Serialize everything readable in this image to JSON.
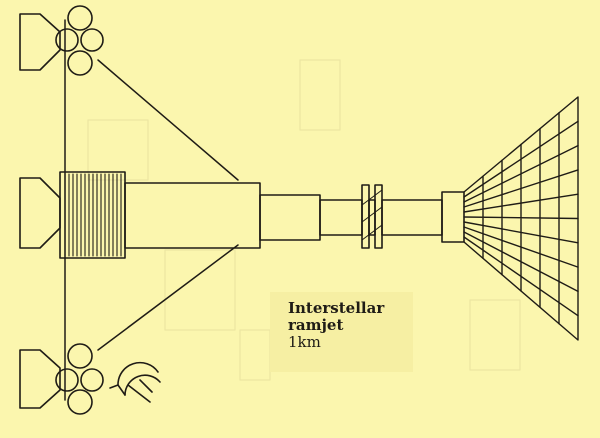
{
  "caption": {
    "line1": "Interstellar",
    "line2": "ramjet",
    "line3": "1km"
  },
  "colors": {
    "background": "#fbf6ae",
    "ink": "#1f1c16",
    "faint": "#ece5a2"
  }
}
